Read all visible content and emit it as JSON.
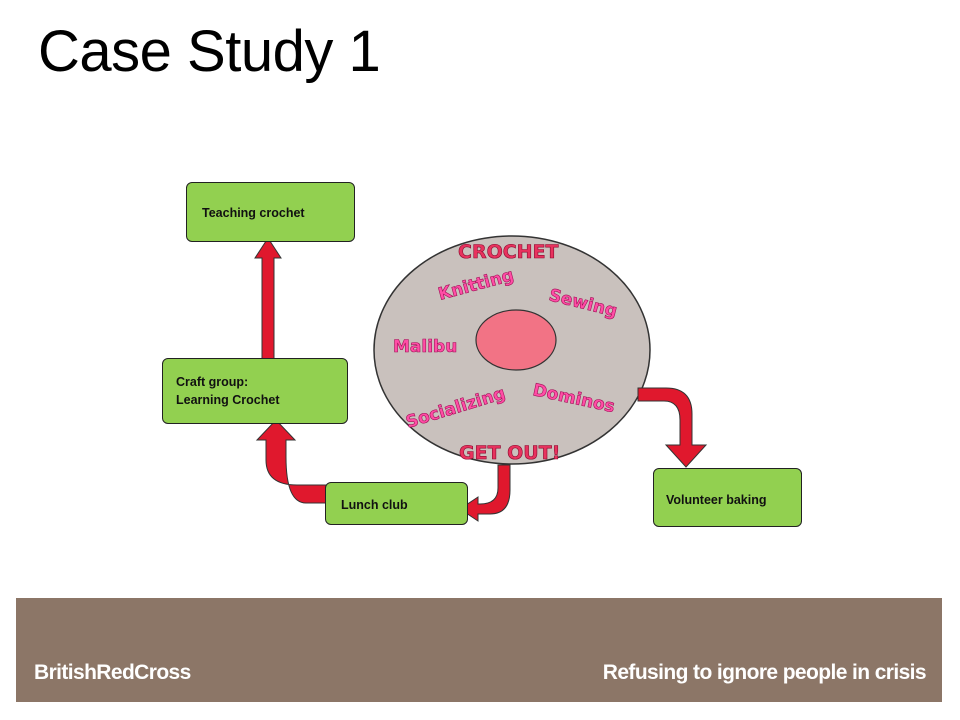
{
  "slide": {
    "title": "Case Study 1"
  },
  "nodes": {
    "teaching": "Teaching crochet",
    "craft_line1": "Craft group:",
    "craft_line2": "Learning Crochet",
    "lunch": "Lunch club",
    "volunteer": "Volunteer baking"
  },
  "circle_words": {
    "crochet": "CROCHET",
    "knitting": "Knitting",
    "sewing": "Sewing",
    "malibu": "Malibu",
    "dominos": "Dominos",
    "socializing": "Socializing",
    "get_out": "GET OUT!"
  },
  "footer": {
    "brand": "BritishRedCross",
    "slogan": "Refusing to ignore people in crisis"
  },
  "colors": {
    "box_fill": "#92d050",
    "arrow_fill": "#e0182d",
    "circle_fill": "#c9c1bd",
    "center_fill": "#f27385",
    "footer_band": "#8c7667"
  }
}
